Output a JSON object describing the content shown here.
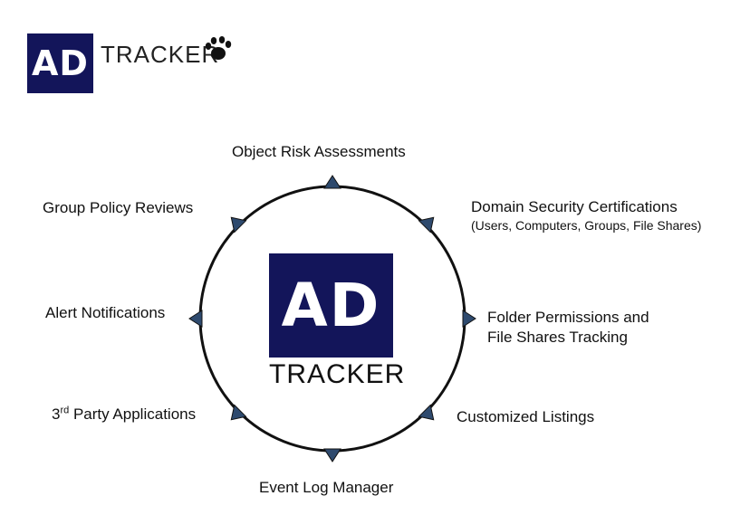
{
  "header_logo": {
    "badge": "AD",
    "word": "TRACKER",
    "paw": "paw-print-icon"
  },
  "center_logo": {
    "badge": "AD",
    "word": "TRACKER"
  },
  "features": {
    "object_risk": "Object Risk Assessments",
    "domain_security": "Domain Security Certifications",
    "domain_security_sub": "(Users, Computers, Groups, File Shares)",
    "folder_permissions_1": "Folder Permissions and",
    "folder_permissions_2": "File Shares Tracking",
    "customized_listings": "Customized Listings",
    "event_log": "Event Log Manager",
    "third_party_num": "3",
    "third_party_sup": "rd",
    "third_party_rest": " Party Applications",
    "alert_notifications": "Alert Notifications",
    "group_policy": "Group Policy Reviews"
  },
  "colors": {
    "brand_navy": "#13155a",
    "arrow_fill": "#2e4a6e"
  }
}
